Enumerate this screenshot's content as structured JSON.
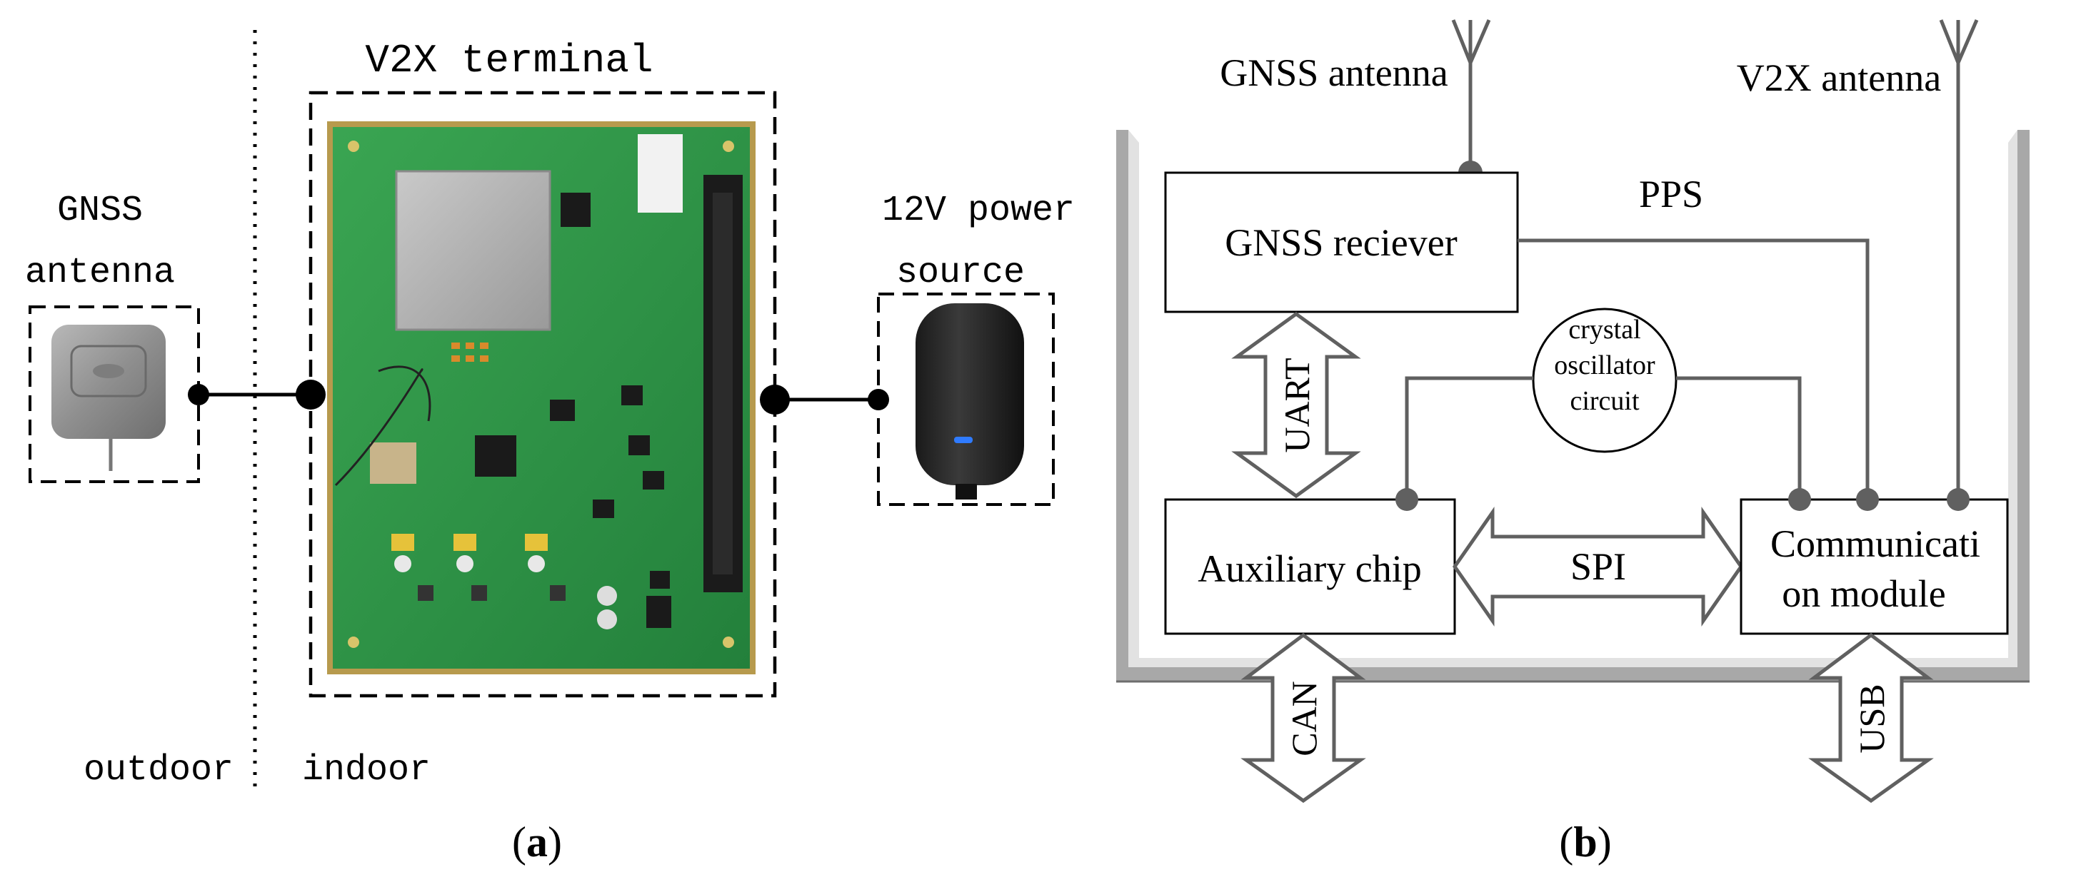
{
  "panel_a": {
    "outdoor_label": "outdoor",
    "indoor_label": "indoor",
    "gnss_antenna_label_line1": "GNSS",
    "gnss_antenna_label_line2": "antenna",
    "terminal_label": "V2X terminal",
    "power_label_line1": "12V power",
    "power_label_line2": "source",
    "caption_open": "(",
    "caption_letter": "a",
    "caption_close": ")"
  },
  "panel_b": {
    "gnss_antenna_label": "GNSS antenna",
    "v2x_antenna_label": "V2X antenna",
    "pps_label": "PPS",
    "gnss_receiver_label": "GNSS reciever",
    "crystal_line1": "crystal",
    "crystal_line2": "oscillator",
    "crystal_line3": "circuit",
    "uart_label": "UART",
    "auxiliary_chip_label": "Auxiliary chip",
    "spi_label": "SPI",
    "comm_module_line1": "Communicati",
    "comm_module_line2": "on module",
    "can_label": "CAN",
    "usb_label": "USB",
    "caption_open": "(",
    "caption_letter": "b",
    "caption_close": ")"
  },
  "colors": {
    "line_gray": "#606060",
    "pcb_green": "#2e8f45",
    "pcb_dark": "#1f6b33",
    "black": "#000000"
  }
}
